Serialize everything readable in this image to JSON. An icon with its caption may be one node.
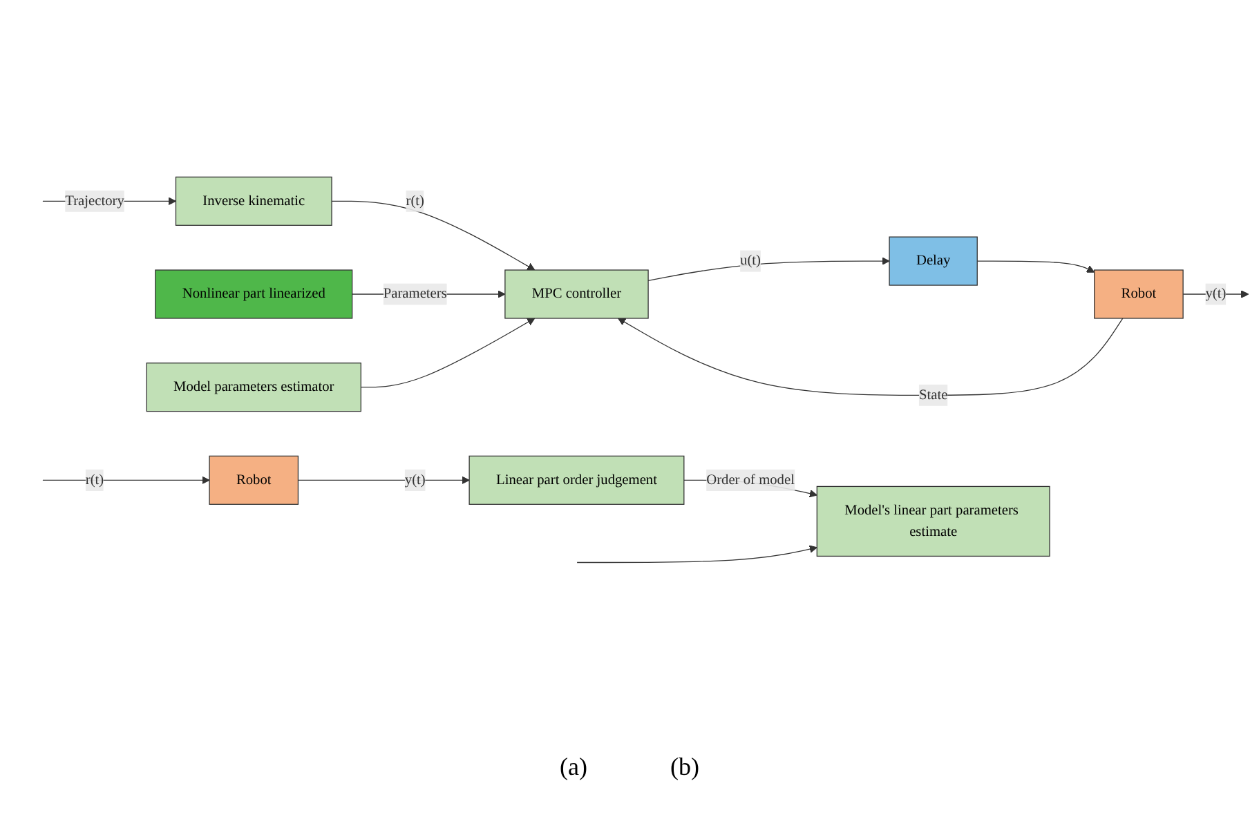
{
  "diagram": {
    "nodes": [
      {
        "text": [
          "Inverse kinematic"
        ]
      },
      {
        "text": [
          "MPC controller"
        ]
      },
      {
        "text": [
          "Delay"
        ]
      },
      {
        "text": [
          "Robot"
        ]
      },
      {
        "text": [
          "Nonlinear part linearized"
        ]
      },
      {
        "text": [
          "Model parameters estimator"
        ]
      },
      {
        "text": [
          "Robot"
        ]
      },
      {
        "text": [
          "Linear part order judgement"
        ]
      },
      {
        "text": [
          "Model's linear part parameters estimate"
        ]
      }
    ],
    "edges": [
      {
        "from": null,
        "to": 0,
        "arrow": "to",
        "label": "Trajectory"
      },
      {
        "from": 0,
        "to": 1,
        "arrow": "to",
        "label": "r(t)"
      },
      {
        "from": 1,
        "to": 2,
        "arrow": "to",
        "label": "u(t)"
      },
      {
        "from": 2,
        "to": 3,
        "arrow": "to"
      },
      {
        "from": 3,
        "to": null,
        "arrow": "to",
        "label": "y(t)"
      },
      {
        "from": 4,
        "to": 1,
        "arrow": "to",
        "label": "Parameters"
      },
      {
        "from": 5,
        "to": 1,
        "arrow": "to"
      },
      {
        "from": 3,
        "to": 1,
        "arrow": "to",
        "label": "State"
      },
      {
        "from": null,
        "to": 6,
        "arrow": "to",
        "label": "r(t)"
      },
      {
        "from": null,
        "to": 8,
        "arrow": "to"
      },
      {
        "from": 6,
        "to": 7,
        "arrow": "to",
        "label": "y(t)"
      },
      {
        "from": 7,
        "to": 8,
        "arrow": "to",
        "label": "Order of model"
      }
    ],
    "labels": [
      "(a)",
      "(b)"
    ]
  }
}
